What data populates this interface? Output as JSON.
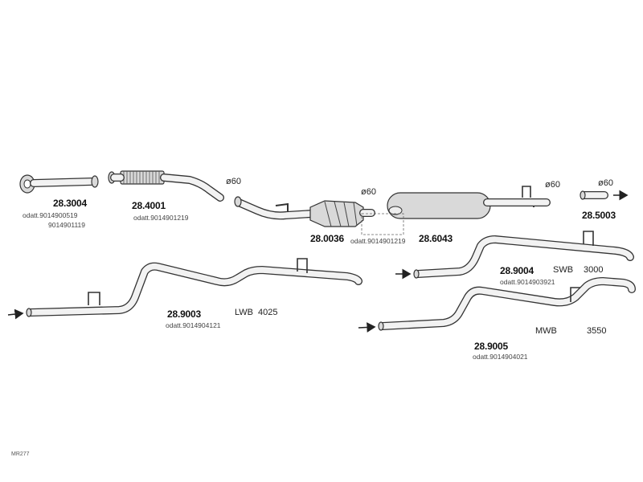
{
  "parts": [
    {
      "id": "28.3004",
      "ref": "odatt.9014900519",
      "ref2": "9014901119"
    },
    {
      "id": "28.4001",
      "ref": "odatt.9014901219"
    },
    {
      "id": "28.0036",
      "ref": "odatt.9014901219"
    },
    {
      "id": "28.6043"
    },
    {
      "id": "28.5003"
    },
    {
      "id": "28.9004",
      "ref": "odatt.9014903921",
      "variant": "SWB",
      "length": "3000"
    },
    {
      "id": "28.9003",
      "ref": "odatt.9014904121",
      "variant": "LWB",
      "length": "4025"
    },
    {
      "id": "28.9005",
      "ref": "odatt.9014904021",
      "variant": "MWB",
      "length": "3550"
    }
  ],
  "diameters": [
    "ø60",
    "ø60",
    "ø60",
    "ø60"
  ],
  "diagram_code": "MR277",
  "colors": {
    "line": "#333333",
    "fill": "#d9d9d9",
    "text": "#222222"
  }
}
